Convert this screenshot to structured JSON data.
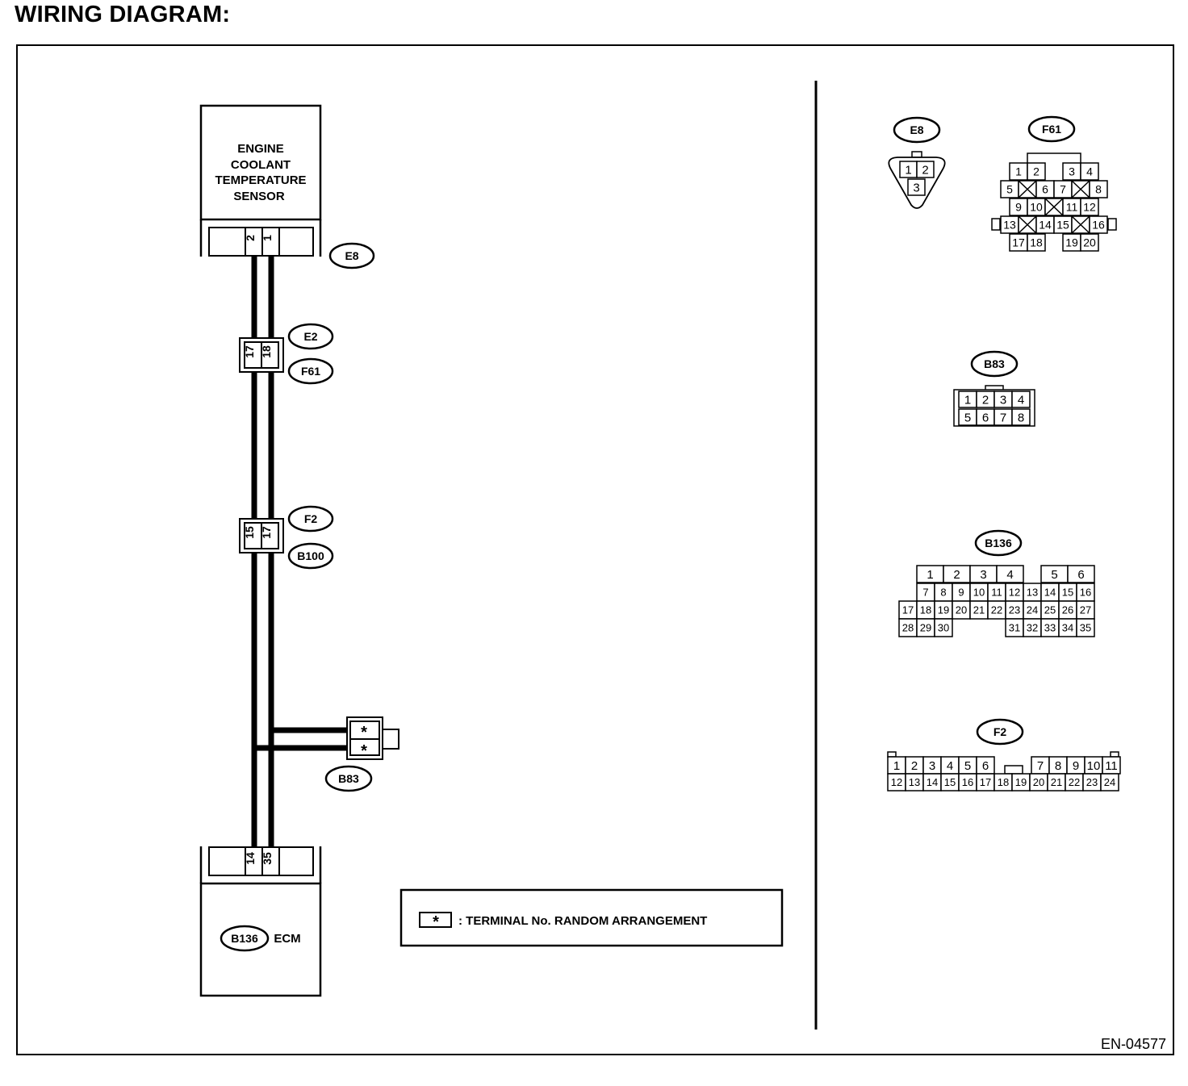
{
  "page_title": "WIRING DIAGRAM:",
  "sensor": {
    "line1": "ENGINE",
    "line2": "COOLANT",
    "line3": "TEMPERATURE",
    "line4": "SENSOR"
  },
  "ecm": {
    "connector": "B136",
    "label": "ECM"
  },
  "connectors": {
    "sensor": {
      "name": "E8",
      "pin_a": "2",
      "pin_b": "1"
    },
    "joint1": {
      "name_top": "E2",
      "name_bottom": "F61",
      "pin_a": "17",
      "pin_b": "18"
    },
    "joint2": {
      "name_top": "F2",
      "name_bottom": "B100",
      "pin_a": "15",
      "pin_b": "17"
    },
    "joint3": {
      "name": "B83",
      "pin_a": "*",
      "pin_b": "*"
    },
    "ecm": {
      "pin_a": "14",
      "pin_b": "35"
    }
  },
  "legend": {
    "symbol": "*",
    "text": ": TERMINAL No. RANDOM ARRANGEMENT"
  },
  "diagram_id": "EN-04577",
  "views": {
    "e8": {
      "name": "E8",
      "pins_top": [
        "1",
        "2"
      ],
      "pins_bottom": [
        "3"
      ]
    },
    "f61": {
      "name": "F61",
      "rows": [
        [
          "1",
          "2",
          "",
          "3",
          "4"
        ],
        [
          "5",
          "X",
          "6",
          "7",
          "X",
          "8"
        ],
        [
          "9",
          "10",
          "X",
          "11",
          "12"
        ],
        [
          "13",
          "X",
          "14",
          "15",
          "X",
          "16"
        ],
        [
          "17",
          "18",
          "",
          "19",
          "20"
        ]
      ]
    },
    "b83": {
      "name": "B83",
      "row1": [
        "1",
        "2",
        "3",
        "4"
      ],
      "row2": [
        "5",
        "6",
        "7",
        "8"
      ]
    },
    "b136": {
      "name": "B136",
      "row1": [
        "1",
        "2",
        "3",
        "4",
        "5",
        "6"
      ],
      "row2": [
        "7",
        "8",
        "9",
        "10",
        "11",
        "12",
        "13",
        "14",
        "15",
        "16"
      ],
      "row3": [
        "17",
        "18",
        "19",
        "20",
        "21",
        "22",
        "23",
        "24",
        "25",
        "26",
        "27"
      ],
      "row4": [
        "28",
        "29",
        "30",
        "31",
        "32",
        "33",
        "34",
        "35"
      ]
    },
    "f2": {
      "name": "F2",
      "row1": [
        "1",
        "2",
        "3",
        "4",
        "5",
        "6",
        "7",
        "8",
        "9",
        "10",
        "11"
      ],
      "row2": [
        "12",
        "13",
        "14",
        "15",
        "16",
        "17",
        "18",
        "19",
        "20",
        "21",
        "22",
        "23",
        "24"
      ]
    }
  }
}
